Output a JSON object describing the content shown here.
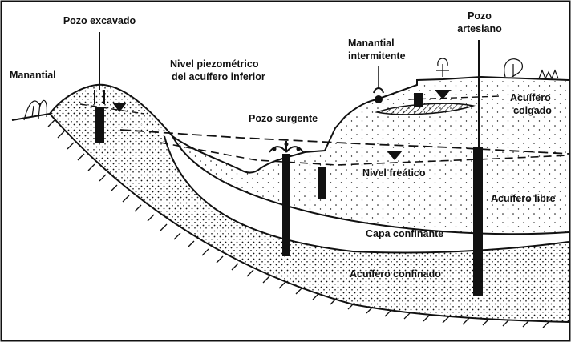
{
  "labels": {
    "manantial": "Manantial",
    "pozo_excavado": "Pozo excavado",
    "nivel_piezometrico_1": "Nivel piezométrico",
    "nivel_piezometrico_2": "del acuífero inferior",
    "pozo_surgente": "Pozo surgente",
    "manantial_intermitente_1": "Manantial",
    "manantial_intermitente_2": "intermitente",
    "pozo_artesiano_1": "Pozo",
    "pozo_artesiano_2": "artesiano",
    "acuifero_colgado_1": "Acuífero",
    "acuifero_colgado_2": "colgado",
    "nivel_freatico": "Nivel freático",
    "acuifero_libre": "Acuífero libre",
    "capa_confinante": "Capa confinante",
    "acuifero_confinado": "Acuífero confinado"
  },
  "colors": {
    "ink": "#111111",
    "paper": "#ffffff"
  }
}
